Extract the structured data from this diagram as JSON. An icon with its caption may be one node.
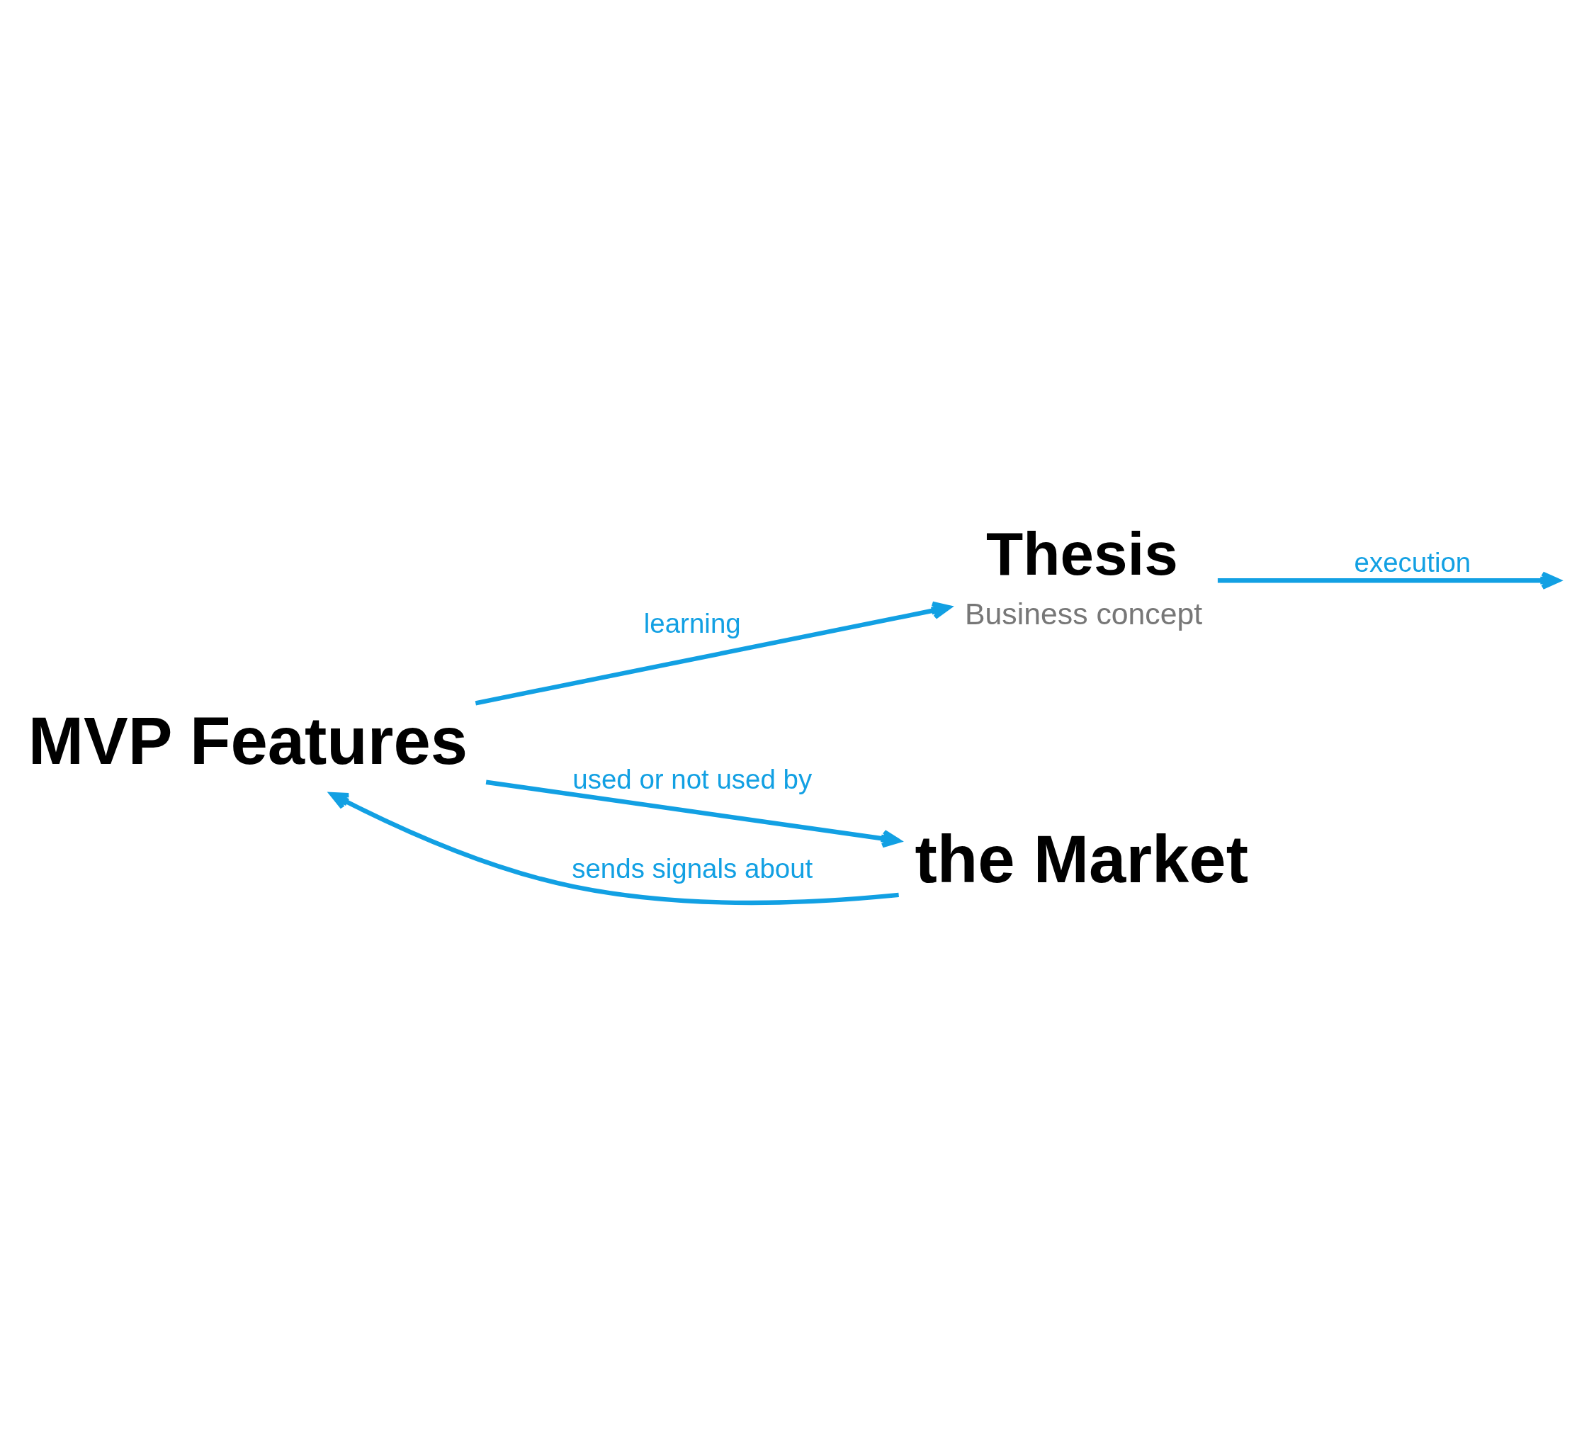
{
  "diagram": {
    "nodes": [
      {
        "text": [
          "Thesis",
          "Business concept"
        ]
      },
      {
        "text": [
          "MVP Features"
        ]
      },
      {
        "text": [
          "the Market"
        ]
      }
    ],
    "edges": [
      {
        "from": 0,
        "to": null,
        "arrow": "to",
        "label": "execution"
      },
      {
        "from": 1,
        "to": 2,
        "arrow": "to",
        "label": "used or not used by"
      },
      {
        "from": 2,
        "to": 1,
        "arrow": "to",
        "label": "sends signals about"
      },
      {
        "from": 1,
        "to": 0,
        "arrow": "to",
        "label": "learning"
      }
    ]
  }
}
